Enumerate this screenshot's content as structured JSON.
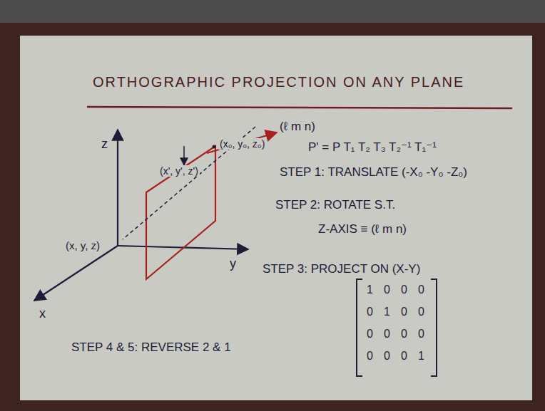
{
  "diagram": {
    "title": "ORTHOGRAPHIC PROJECTION ON ANY PLANE",
    "labels": [
      "z",
      "y",
      "x",
      "(x, y, z)",
      "(x', y', z')",
      "(x₀, y₀, z₀)",
      "(ℓ m n)",
      "P' = P T₁ T₂ T₃ T₂⁻¹ T₁⁻¹",
      "STEP 1: TRANSLATE (-X₀ -Y₀ -Z₀)",
      "STEP 2: ROTATE S.T.",
      "Z-AXIS ≡ (ℓ m n)",
      "STEP 3: PROJECT ON (X-Y)",
      "STEP 4 & 5: REVERSE 2 & 1",
      "1",
      "0",
      "0",
      "0",
      "0",
      "1",
      "0",
      "0",
      "0",
      "0",
      "0",
      "0",
      "0",
      "0",
      "0",
      "1"
    ]
  }
}
